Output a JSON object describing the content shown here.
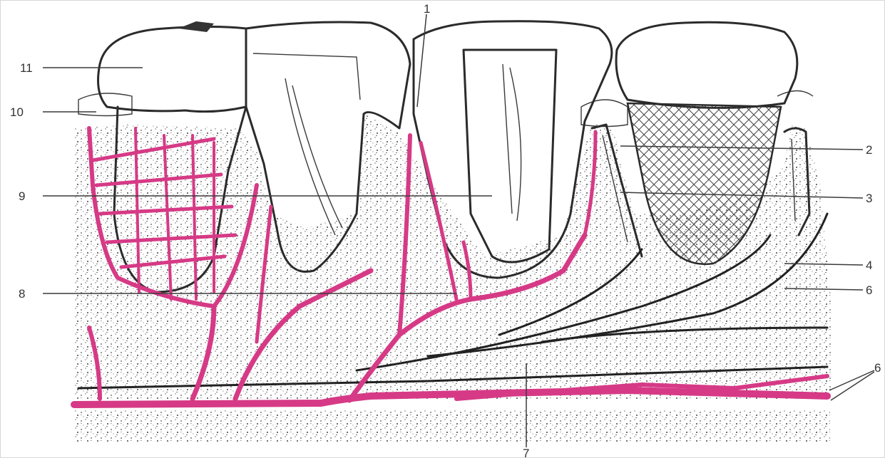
{
  "diagram": {
    "labels": {
      "l1": "1",
      "l2": "2",
      "l3": "3",
      "l4": "4",
      "l5": "6",
      "l6": "6",
      "l7": "7",
      "l8": "8",
      "l9": "9",
      "l10": "10",
      "l11": "11"
    },
    "colors": {
      "vessel": "#d63a86",
      "outline": "#2b2b2b",
      "bone_speckle": "#555555",
      "background": "#ffffff"
    }
  }
}
